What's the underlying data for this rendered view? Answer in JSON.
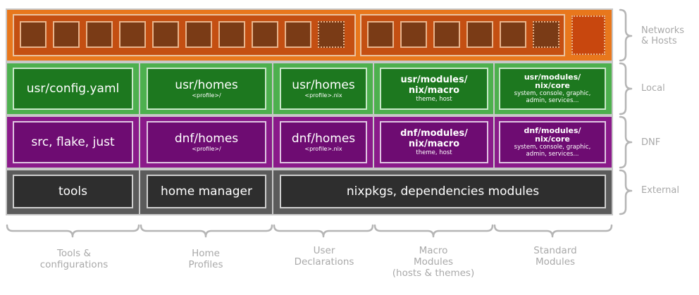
{
  "layers": {
    "local": {
      "config": "usr/config.yaml",
      "homes_profiles": {
        "title": "usr/homes",
        "sub": "<profile>/"
      },
      "homes_declarations": {
        "title": "usr/homes",
        "sub": "<profile>.nix"
      },
      "macro": {
        "title1": "usr/modules/",
        "title2": "nix/macro",
        "sub": "theme, host"
      },
      "core": {
        "title1": "usr/modules/",
        "title2": "nix/core",
        "sub1": "system, console, graphic,",
        "sub2": "admin, services..."
      }
    },
    "dnf": {
      "config": "src, flake, just",
      "homes_profiles": {
        "title": "dnf/homes",
        "sub": "<profile>/"
      },
      "homes_declarations": {
        "title": "dnf/homes",
        "sub": "<profile>.nix"
      },
      "macro": {
        "title1": "dnf/modules/",
        "title2": "nix/macro",
        "sub": "theme, host"
      },
      "core": {
        "title1": "dnf/modules/",
        "title2": "nix/core",
        "sub1": "system, console, graphic,",
        "sub2": "admin, services..."
      }
    },
    "external": {
      "tools": "tools",
      "home_manager": "home manager",
      "nixpkgs": "nixpkgs, dependencies modules"
    }
  },
  "row_labels": {
    "networks_line1": "Networks",
    "networks_line2": "& Hosts",
    "local": "Local",
    "dnf": "DNF",
    "external": "External"
  },
  "column_labels": {
    "tools_line1": "Tools &",
    "tools_line2": "configurations",
    "home_line1": "Home",
    "home_line2": "Profiles",
    "user_line1": "User",
    "user_line2": "Declarations",
    "macro_line1": "Macro",
    "macro_line2": "Modules",
    "macro_line3": "(hosts & themes)",
    "standard_line1": "Standard",
    "standard_line2": "Modules"
  },
  "colors": {
    "networks": "#e8771c",
    "local": "#4db04e",
    "dnf": "#8a1a8a",
    "external": "#5b5b5b",
    "label_gray": "#a9a9a9"
  }
}
